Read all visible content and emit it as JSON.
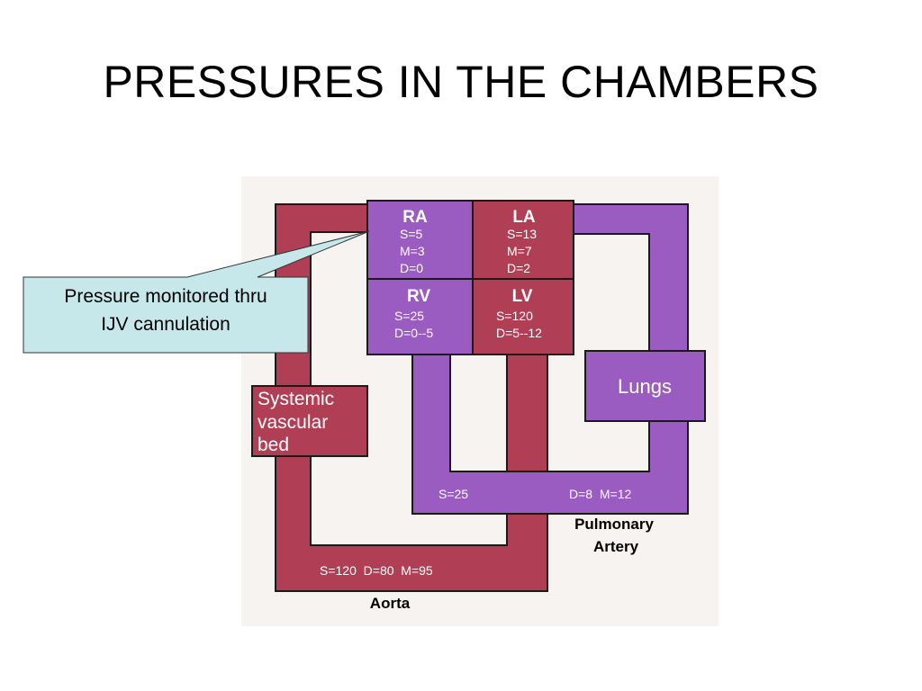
{
  "slide": {
    "title": "PRESSURES IN THE CHAMBERS"
  },
  "colors": {
    "venous": "#9a5cc0",
    "arterial": "#b03e55",
    "outline": "#1a1a1a",
    "callout_fill": "#c6e8ea",
    "panel_bg": "#f6f3f1"
  },
  "chambers": {
    "ra": {
      "name": "RA",
      "s": "S=5",
      "m": "M=3",
      "d": "D=0"
    },
    "la": {
      "name": "LA",
      "s": "S=13",
      "m": "M=7",
      "d": "D=2"
    },
    "rv": {
      "name": "RV",
      "s": "S=25",
      "d": "D=0--5"
    },
    "lv": {
      "name": "LV",
      "s": "S=120",
      "d": "D=5--12"
    }
  },
  "systemic_bed": {
    "line1": "Systemic",
    "line2": "vascular",
    "line3": "bed"
  },
  "lungs": {
    "label": "Lungs"
  },
  "pulmonary_artery": {
    "rv_outflow": "S=25",
    "pressures": "D=8  M=12",
    "label_line1": "Pulmonary",
    "label_line2": "Artery"
  },
  "aorta": {
    "pressures": "S=120  D=80  M=95",
    "label": "Aorta"
  },
  "callout": {
    "line1": "Pressure monitored thru",
    "line2": "IJV cannulation"
  }
}
